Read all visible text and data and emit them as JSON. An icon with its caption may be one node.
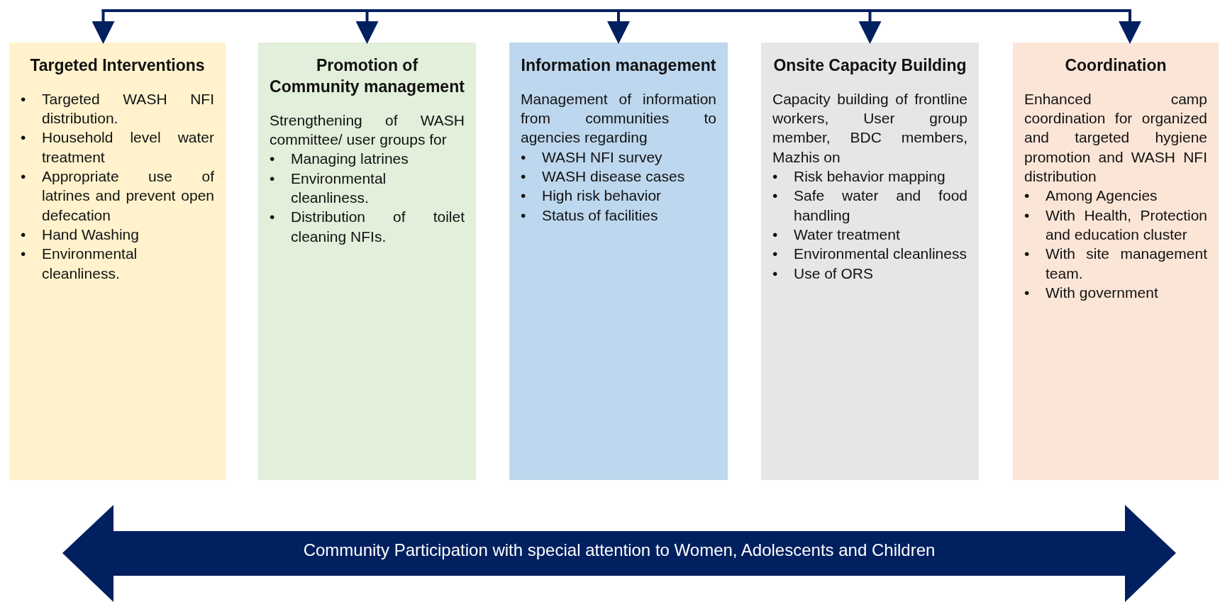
{
  "diagram": {
    "nodes": [
      {
        "text": [
          "Targeted Interventions",
          "• Targeted WASH NFI distribution.",
          "• Household level water treatment",
          "• Appropriate use of latrines and prevent open defecation",
          "• Hand Washing",
          "• Environmental cleanliness."
        ]
      },
      {
        "text": [
          "Promotion of Community management",
          "Strengthening of WASH committee/ user groups for",
          "• Managing latrines",
          "• Environmental cleanliness.",
          "• Distribution of toilet cleaning NFIs."
        ]
      },
      {
        "text": [
          "Information management",
          "Management of information from communities to agencies regarding",
          "• WASH NFI survey",
          "• WASH disease cases",
          "• High risk behavior",
          "• Status of facilities"
        ]
      },
      {
        "text": [
          "Onsite Capacity Building",
          "Capacity building of frontline workers, User group member, BDC members, Mazhis on",
          "• Risk behavior mapping",
          "• Safe water and food handling",
          "• Water treatment",
          "• Environmental cleanliness",
          "• Use of ORS"
        ]
      },
      {
        "text": [
          "Coordination",
          "Enhanced camp coordination for organized and targeted hygiene promotion and WASH NFI distribution",
          "• Among Agencies",
          "• With Health, Protection and education cluster",
          "• With site management team.",
          "• With government"
        ]
      },
      {
        "text": [
          "Community Participation with special attention to Women, Adolescents and Children"
        ]
      }
    ],
    "edges": [
      {
        "from": null,
        "to": 0,
        "arrow": "to"
      },
      {
        "from": null,
        "to": 1,
        "arrow": "to"
      },
      {
        "from": null,
        "to": 2,
        "arrow": "to"
      },
      {
        "from": null,
        "to": 3,
        "arrow": "to"
      },
      {
        "from": null,
        "to": 4,
        "arrow": "to"
      }
    ]
  }
}
